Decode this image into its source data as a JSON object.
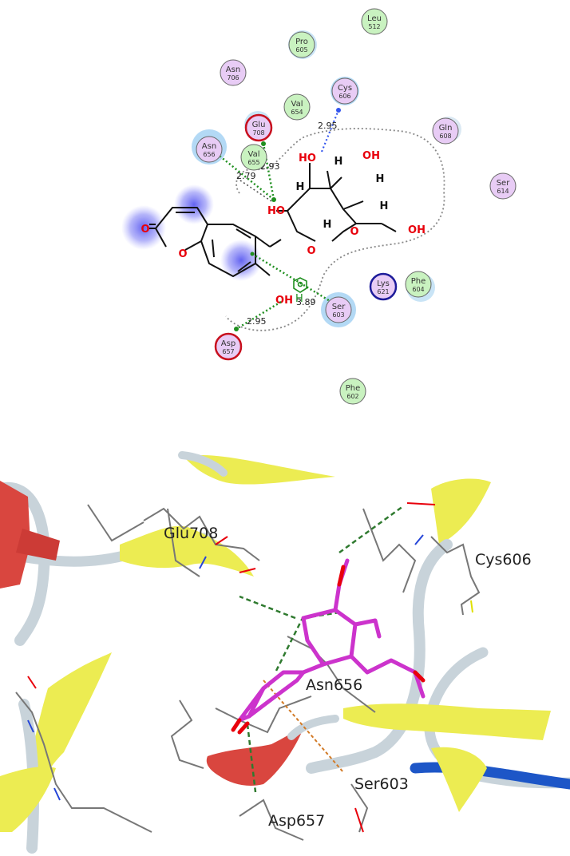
{
  "residues": [
    {
      "name": "Leu",
      "num": "512",
      "type": "vdw"
    },
    {
      "name": "Pro",
      "num": "605",
      "type": "vdw"
    },
    {
      "name": "Asn",
      "num": "706",
      "type": "polar"
    },
    {
      "name": "Cys",
      "num": "606",
      "type": "polar"
    },
    {
      "name": "Val",
      "num": "654",
      "type": "vdw"
    },
    {
      "name": "Glu",
      "num": "708",
      "type": "acidic"
    },
    {
      "name": "Gln",
      "num": "608",
      "type": "polar"
    },
    {
      "name": "Asn",
      "num": "656",
      "type": "polar"
    },
    {
      "name": "Val",
      "num": "655",
      "type": "vdw"
    },
    {
      "name": "Ser",
      "num": "614",
      "type": "polar"
    },
    {
      "name": "Lys",
      "num": "621",
      "type": "basic"
    },
    {
      "name": "Phe",
      "num": "604",
      "type": "vdw"
    },
    {
      "name": "Ser",
      "num": "603",
      "type": "polar"
    },
    {
      "name": "Asp",
      "num": "657",
      "type": "acidic"
    },
    {
      "name": "Phe",
      "num": "602",
      "type": "vdw"
    }
  ],
  "distances": {
    "cys606": "2.95",
    "val655": "2.93",
    "asn656": "2.79",
    "ser603": "3.89",
    "asp657": "2.95"
  },
  "atoms": {
    "oxygen": "O",
    "hydroxyl": "OH",
    "hydroxyl_left": "HO",
    "hydrogen": "H"
  },
  "labels3d": {
    "glu708": "Glu708",
    "cys606": "Cys606",
    "asn656": "Asn656",
    "ser603": "Ser603",
    "asp657": "Asp657"
  },
  "colors": {
    "vdw": "#c9f2c0",
    "polar": "#e8ccf5",
    "acidic_ring": "#c8101e",
    "basic_ring": "#1d1b9a",
    "ligand": "#cc33cc",
    "helix_red": "#d9463f",
    "sheet_yellow": "#ecec52",
    "coil": "#c8d3da",
    "blue_coil": "#1d56c7"
  }
}
